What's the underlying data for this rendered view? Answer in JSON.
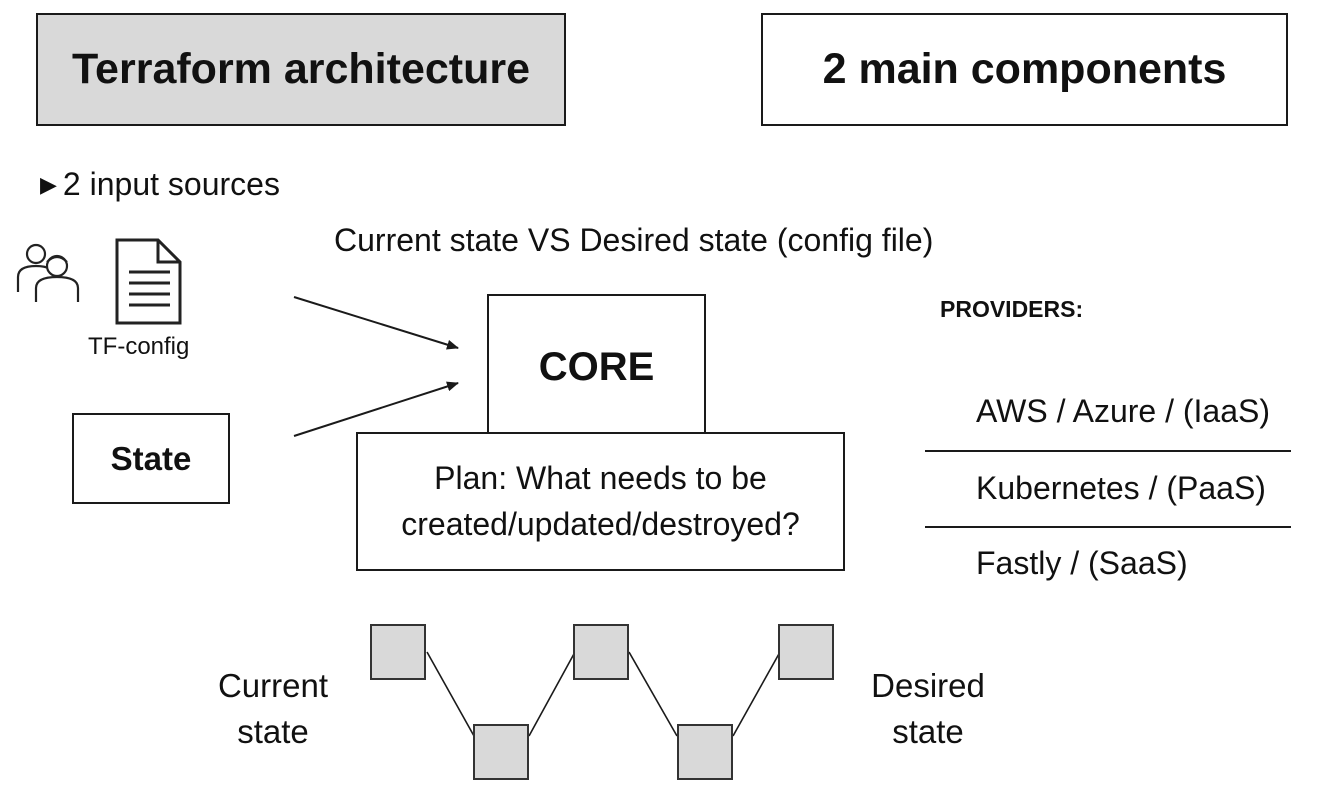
{
  "header": {
    "title": "Terraform architecture",
    "components": "2 main components"
  },
  "inputs": {
    "heading": "2 input sources",
    "bullet_icon": "triangle-right-icon",
    "users_icon": "users-icon",
    "document_icon": "document-icon",
    "tf_config_label": "TF-config",
    "state_label": "State"
  },
  "core": {
    "comparison": "Current state VS Desired state (config file)",
    "label": "CORE",
    "plan_line1": "Plan: What needs to be",
    "plan_line2": "created/updated/destroyed?"
  },
  "providers": {
    "title": "PROVIDERS:",
    "items": [
      "AWS / Azure / (IaaS)",
      "Kubernetes / (PaaS)",
      "Fastly / (SaaS)"
    ]
  },
  "transition": {
    "current_line1": "Current",
    "current_line2": "state",
    "desired_line1": "Desired",
    "desired_line2": "state"
  },
  "colors": {
    "title_fill": "#d9d9d9",
    "step_fill": "#d9d9d9",
    "line": "#1a1a1a"
  }
}
